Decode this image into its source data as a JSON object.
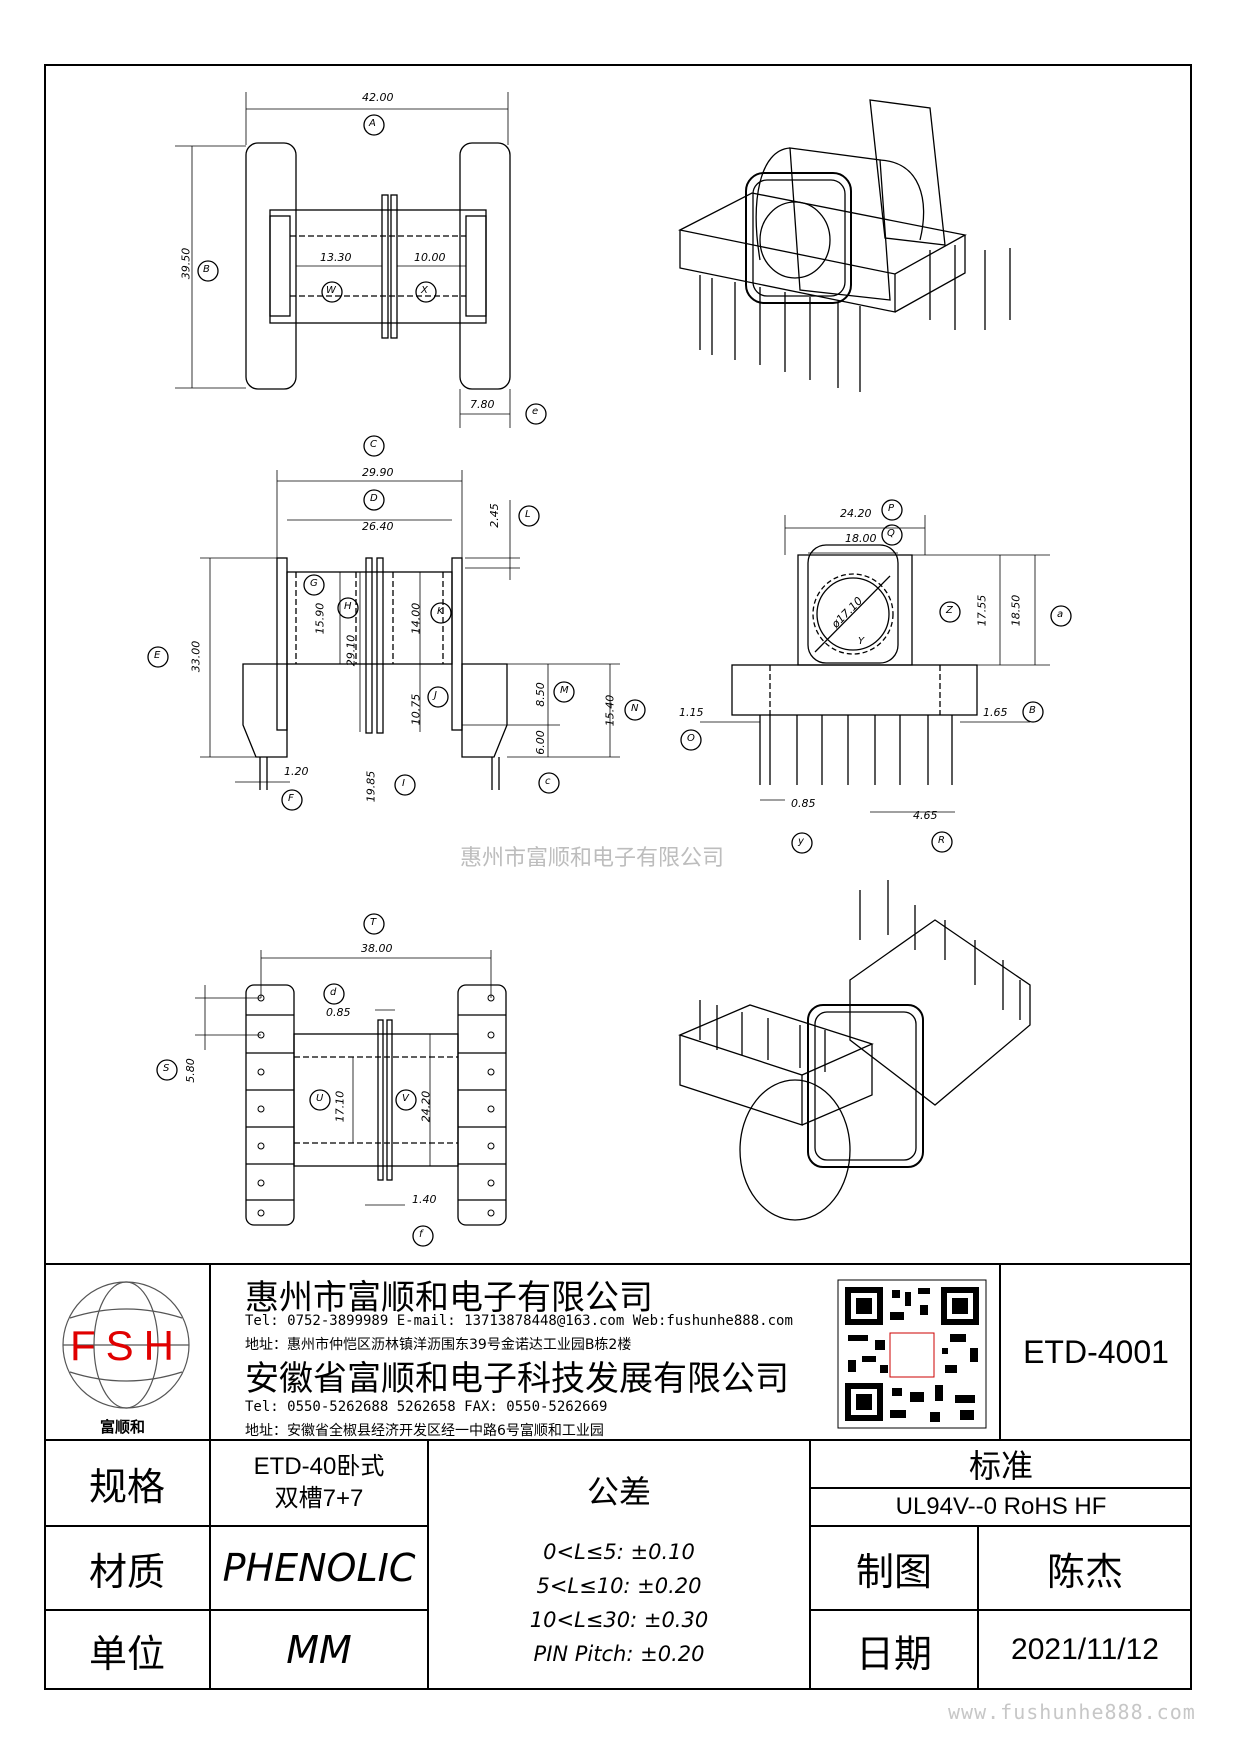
{
  "drawing": {
    "top_view": {
      "dim_A": "42.00",
      "label_A": "A",
      "dim_B": "39.50",
      "label_B": "B",
      "dim_W": "13.30",
      "label_W": "W",
      "dim_X": "10.00",
      "label_X": "X",
      "dim_e": "7.80",
      "label_e": "e"
    },
    "front_view": {
      "dim_C": "29.90",
      "label_C": "C",
      "dim_D": "26.40",
      "label_D": "D",
      "dim_L": "2.45",
      "label_L": "L",
      "dim_E": "33.00",
      "label_E": "E",
      "dim_G": "15.90",
      "label_G": "G",
      "dim_H": "29.10",
      "label_H": "H",
      "dim_K": "14.00",
      "label_K": "K",
      "dim_J": "10.75",
      "label_J": "J",
      "dim_M": "8.50",
      "label_M": "M",
      "dim_N": "15.40",
      "label_N": "N",
      "dim_c": "6.00",
      "label_c": "c",
      "dim_F": "1.20",
      "label_F": "F",
      "dim_I": "19.85",
      "label_I": "I"
    },
    "side_view": {
      "dim_P": "24.20",
      "label_P": "P",
      "dim_Q": "18.00",
      "label_Q": "Q",
      "dim_Y": "ø17.10",
      "label_Y": "Y",
      "dim_Z": "17.55",
      "label_Z": "Z",
      "dim_a": "18.50",
      "label_a": "a",
      "dim_O": "1.15",
      "label_O": "O",
      "dim_B2": "1.65",
      "label_B2": "B",
      "dim_y": "0.85",
      "label_y": "y",
      "dim_R": "4.65",
      "label_R": "R"
    },
    "bottom_view": {
      "dim_T": "38.00",
      "label_T": "T",
      "dim_d": "0.85",
      "label_d": "d",
      "dim_S": "5.80",
      "label_S": "S",
      "dim_U": "17.10",
      "label_U": "U",
      "dim_V": "24.20",
      "label_V": "V",
      "dim_f": "1.40",
      "label_f": "f"
    },
    "watermark": "惠州市富顺和电子有限公司"
  },
  "title_block": {
    "logo_text": "FSH",
    "logo_caption": "富顺和",
    "company1": "惠州市富顺和电子有限公司",
    "company1_contact": "Tel:  0752-3899989  E-mail: 13713878448@163.com  Web:fushunhe888.com",
    "company1_address": "地址：惠州市仲恺区沥林镇洋沥围东39号金诺达工业园B栋2楼",
    "company2": "安徽省富顺和电子科技发展有限公司",
    "company2_contact": "Tel:  0550-5262688  5262658     FAX: 0550-5262669",
    "company2_address": "地址：安徽省全椒县经济开发区经一中路6号富顺和工业园",
    "part_number": "ETD-4001",
    "label_spec": "规格",
    "spec_line1": "ETD-40卧式",
    "spec_line2": "双槽7+7",
    "label_material": "材质",
    "material": "PHENOLIC",
    "label_unit": "单位",
    "unit": "MM",
    "label_tolerance": "公差",
    "tolerance_lines": [
      "0<L≤5: ±0.10",
      "5<L≤10: ±0.20",
      "10<L≤30: ±0.30",
      "PIN Pitch: ±0.20"
    ],
    "label_standard": "标准",
    "standard": "UL94V--0  RoHS HF",
    "label_drawn": "制图",
    "drawn_by": "陈杰",
    "label_date": "日期",
    "date": "2021/11/12"
  },
  "site_watermark": "www.fushunhe888.com"
}
